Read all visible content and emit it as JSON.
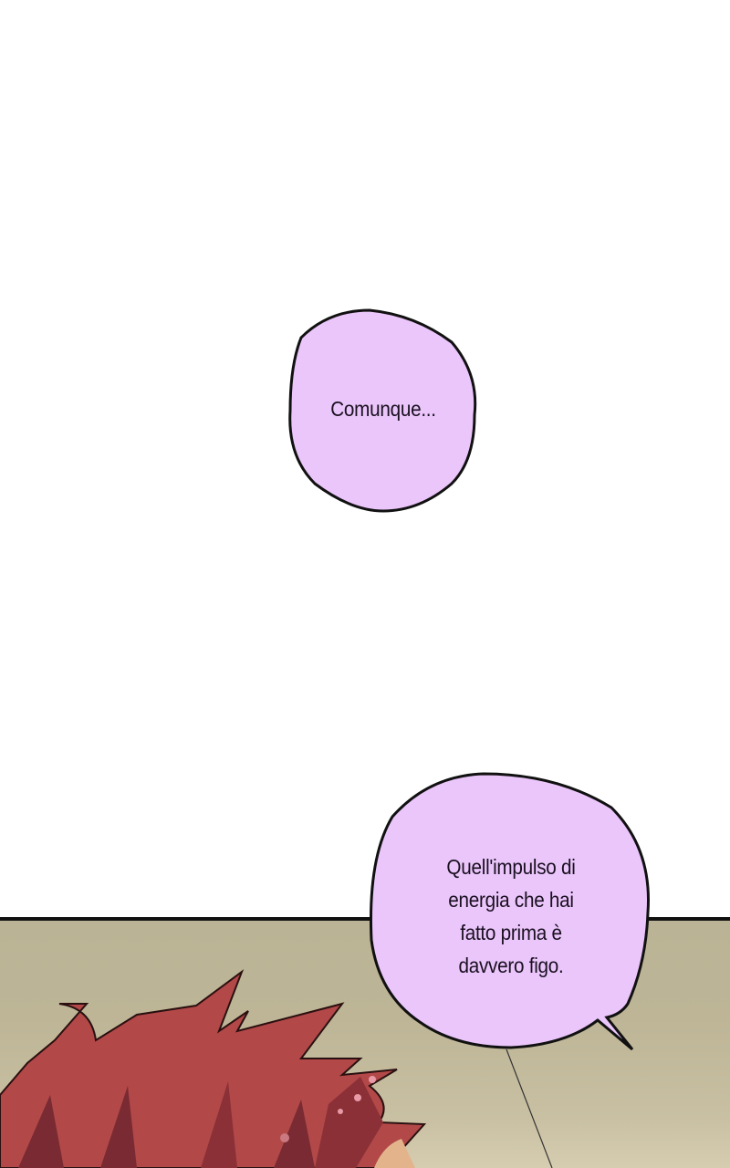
{
  "comic": {
    "bubble_1": {
      "text": "Comunque...",
      "fill": "#ebc6fb",
      "stroke": "#111111"
    },
    "bubble_2": {
      "lines": [
        "Quell'impulso di",
        "energia che hai",
        "fatto prima è",
        "davvero figo."
      ],
      "fill": "#ebc6fb",
      "stroke": "#111111"
    },
    "colors": {
      "background_top": "#ffffff",
      "background_bottom": "#bab395",
      "hair": "#b24848",
      "hair_shadow": "#7a2a32"
    }
  }
}
